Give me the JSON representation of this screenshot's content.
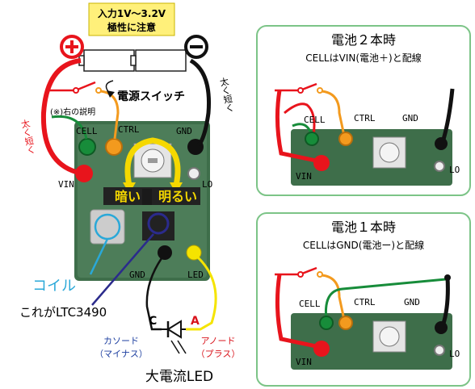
{
  "battery_note": {
    "line1": "入力1V～3.2V",
    "line2": "極性に注意"
  },
  "terminals": {
    "plus": "＋",
    "minus": "−"
  },
  "labels": {
    "power_switch": "電源スイッチ",
    "note_right": "(※)右の説明",
    "cell": "CELL",
    "ctrl": "CTRL",
    "gnd": "GND",
    "vin": "VIN",
    "lo": "LO",
    "led": "LED",
    "thick_short_left": "太く短く",
    "thick_short_right": "太く短く",
    "dark": "暗い",
    "bright": "明るい",
    "coil": "コイル",
    "ltc": "これがLTC3490",
    "cathode_letter": "C",
    "anode_letter": "A",
    "cathode_line1": "カソード",
    "cathode_line2": "（マイナス）",
    "anode_line1": "アノード",
    "anode_line2": "（プラス）",
    "big_led": "大電流LED"
  },
  "panel_two": {
    "title": "電池２本時",
    "subtitle": "CELLはVIN(電池＋)と配線",
    "cell": "CELL",
    "ctrl": "CTRL",
    "gnd": "GND",
    "vin": "VIN",
    "lo": "LO"
  },
  "panel_one": {
    "title": "電池１本時",
    "subtitle": "CELLはGND(電池ー)と配線",
    "cell": "CELL",
    "ctrl": "CTRL",
    "gnd": "GND",
    "vin": "VIN",
    "lo": "LO"
  },
  "colors": {
    "red_wire": "#e8141c",
    "black_wire": "#111111",
    "orange_wire": "#f39a1e",
    "green_wire": "#178c3a",
    "yellow_wire": "#f5e400",
    "panel_border": "#7cc487",
    "pcb": "#3e6e4a",
    "coil_label": "#2aa8d8",
    "ltc_label": "#2b2b8c",
    "cathode_label": "#1d3fa0",
    "anode_label": "#d9141c",
    "battery_note_bg": "#fff07a"
  }
}
